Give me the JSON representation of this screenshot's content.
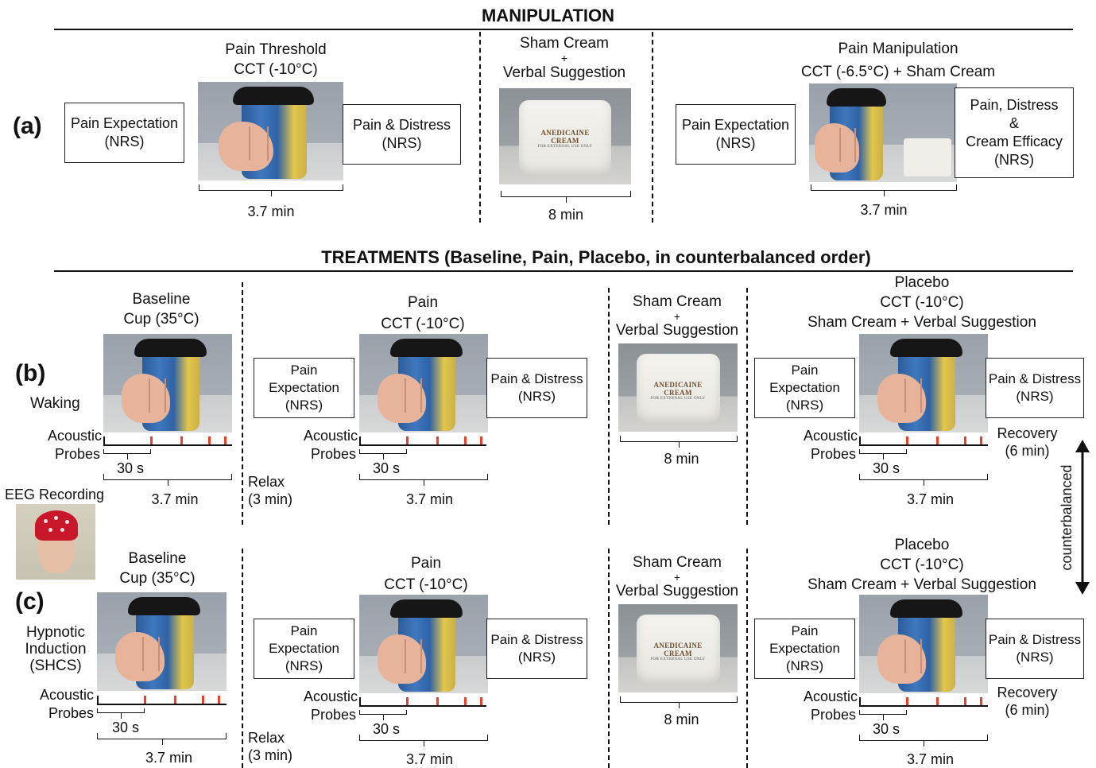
{
  "headers": {
    "manipulation": "MANIPULATION",
    "treatments": "TREATMENTS (Baseline, Pain, Placebo, in counterbalanced order)"
  },
  "panels": {
    "a": "(a)",
    "b": "(b)",
    "c": "(c)"
  },
  "manipulation": {
    "pain_threshold": [
      "Pain Threshold",
      "CCT (-10°C)"
    ],
    "sham_cream": [
      "Sham Cream",
      "+",
      "Verbal Suggestion"
    ],
    "pain_manipulation": [
      "Pain Manipulation",
      "CCT (-6.5°C) + Sham Cream"
    ],
    "box_pain_expectation": [
      "Pain Expectation",
      "(NRS)"
    ],
    "box_pain_distress": [
      "Pain & Distress",
      "(NRS)"
    ],
    "box_pain_distress_efficacy": [
      "Pain, Distress",
      "&",
      "Cream Efficacy",
      "(NRS)"
    ],
    "dur_3_7": "3.7 min",
    "dur_8": "8 min"
  },
  "treatments": {
    "baseline": [
      "Baseline",
      "Cup (35°C)"
    ],
    "pain": [
      "Pain",
      "CCT (-10°C)"
    ],
    "sham": [
      "Sham Cream",
      "+",
      "Verbal Suggestion"
    ],
    "placebo": [
      "Placebo",
      "CCT (-10°C)",
      "Sham Cream + Verbal Suggestion"
    ],
    "box_pain_expectation": [
      "Pain Expectation",
      "(NRS)"
    ],
    "box_pain_distress": [
      "Pain & Distress",
      "(NRS)"
    ],
    "acoustic_probes": [
      "Acoustic",
      "Probes"
    ],
    "dur_30s": "30 s",
    "dur_3_7": "3.7 min",
    "dur_8": "8 min",
    "relax": [
      "Relax",
      "(3 min)"
    ],
    "recovery": [
      "Recovery",
      "(6 min)"
    ],
    "waking": "Waking",
    "hypnotic": [
      "Hypnotic",
      "Induction",
      "(SHCS)"
    ],
    "eeg": "EEG Recording",
    "counterbalanced": "counterbalanced"
  },
  "photo_labels": {
    "cream_label": "ANEDICAINE CREAM",
    "cream_small": "FOR EXTERNAL USE ONLY"
  }
}
